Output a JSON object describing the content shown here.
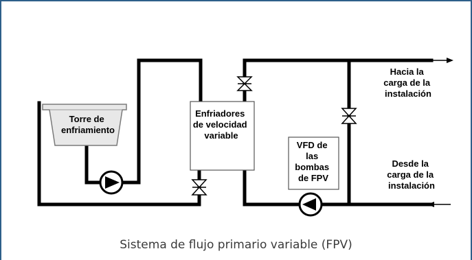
{
  "labels": {
    "tower": [
      "Torre de",
      "enfriamiento"
    ],
    "chillers": [
      "Enfriadores",
      "de velocidad",
      "variable"
    ],
    "vfd": [
      "VFD de",
      "las",
      "bombas",
      "de FPV"
    ],
    "to_load": [
      "Hacia la",
      "carga de la",
      "instalación"
    ],
    "from_load": [
      "Desde la",
      "carga de la",
      "instalación"
    ]
  },
  "caption": "Sistema de flujo primario variable (FPV)",
  "colors": {
    "frame": "#2e5f8a",
    "pipe": "#000000",
    "caption": "#3a3a3a"
  }
}
